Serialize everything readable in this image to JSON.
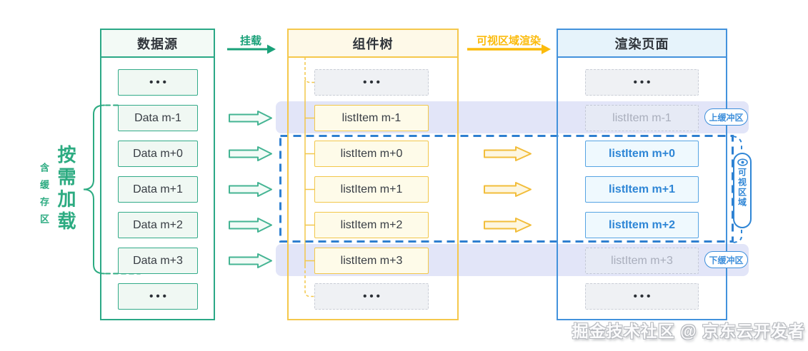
{
  "columns": [
    {
      "title": "数据源",
      "items": [
        {
          "label": "•••"
        },
        {
          "label": "Data m-1"
        },
        {
          "label": "Data m+0"
        },
        {
          "label": "Data m+1"
        },
        {
          "label": "Data m+2"
        },
        {
          "label": "Data m+3"
        },
        {
          "label": "•••"
        }
      ]
    },
    {
      "title": "组件树",
      "items": [
        {
          "label": "•••"
        },
        {
          "label": "listItem m-1"
        },
        {
          "label": "listItem m+0"
        },
        {
          "label": "listItem m+1"
        },
        {
          "label": "listItem m+2"
        },
        {
          "label": "listItem m+3"
        },
        {
          "label": "•••"
        }
      ]
    },
    {
      "title": "渲染页面",
      "items": [
        {
          "label": "•••"
        },
        {
          "label": "listItem m-1"
        },
        {
          "label": "listItem m+0"
        },
        {
          "label": "listItem m+1"
        },
        {
          "label": "listItem m+2"
        },
        {
          "label": "listItem m+3"
        },
        {
          "label": "•••"
        }
      ]
    }
  ],
  "flow_arrows": {
    "mount_label": "挂载",
    "render_label": "可视区域渲染"
  },
  "annotations": {
    "load_on_demand": "按需加载",
    "with_cache_area": "含缓存区",
    "upper_buffer": "上缓冲区",
    "lower_buffer": "下缓冲区",
    "visible_area": "可视区域"
  },
  "icons": {
    "eye": "eye-icon"
  },
  "watermark": "掘金技术社区 @ 京东云开发者",
  "colors": {
    "green": "#2ba886",
    "green_text": "#1aa179",
    "yellow": "#f5c84c",
    "yellow_text": "#fbbb0c",
    "blue": "#4392dc",
    "blue_text": "#2e86d6",
    "lavender_band": "#e2e5f8",
    "dashed_viewport": "#2e7fd0",
    "ghost_gray": "#eff1f4"
  }
}
